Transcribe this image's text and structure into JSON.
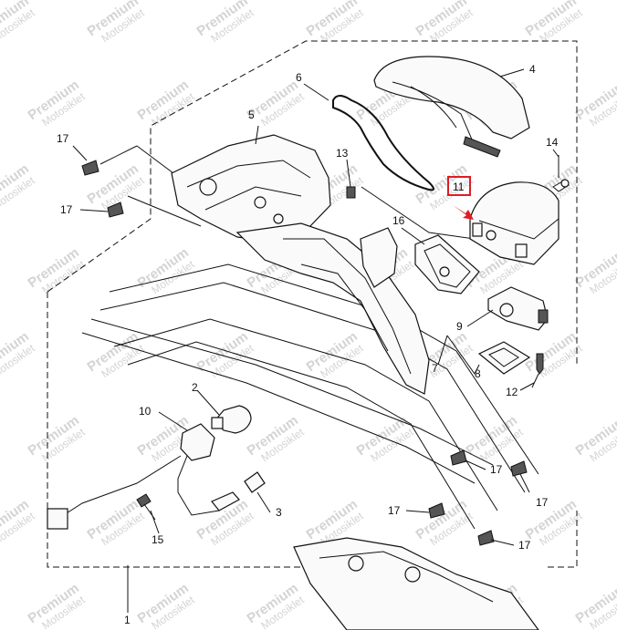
{
  "watermark": {
    "line1": "Premium",
    "line2": "Motosiklet"
  },
  "callouts": {
    "c1": "1",
    "c2": "2",
    "c3": "3",
    "c4": "4",
    "c5": "5",
    "c6": "6",
    "c7": "7",
    "c8": "8",
    "c9": "9",
    "c10": "10",
    "c11": "11",
    "c12": "12",
    "c13": "13",
    "c14": "14",
    "c15": "15",
    "c16": "16",
    "c17a": "17",
    "c17b": "17",
    "c17c": "17",
    "c17d": "17",
    "c17e": "17",
    "c17f": "17"
  },
  "highlight": {
    "color": "#e01b24",
    "target": "11"
  }
}
